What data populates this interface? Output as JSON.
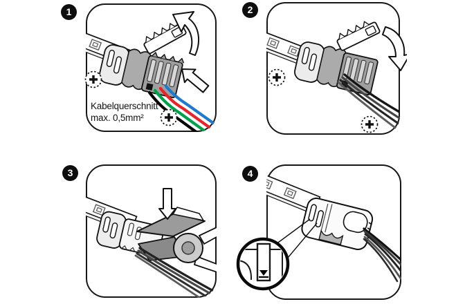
{
  "steps": [
    {
      "number": "1",
      "caption_line1": "Kabelquerschnitt",
      "caption_line2": "max. 0,5mm²",
      "wire_colors": {
        "wire1": "#000000",
        "wire2": "#00a14b",
        "wire3": "#e8232a",
        "wire4": "#1e79d0"
      },
      "icons": [
        "zoom-plus-icon",
        "zoom-plus-icon",
        "open-flap-curved-arrow-icon",
        "insert-wires-arrow-icon"
      ]
    },
    {
      "number": "2",
      "icons": [
        "zoom-plus-icon",
        "zoom-plus-icon",
        "close-flap-curved-arrow-icon"
      ]
    },
    {
      "number": "3",
      "icons": [
        "press-down-arrow-icon"
      ]
    },
    {
      "number": "4",
      "icons": [
        "latch-detail-magnifier-icon"
      ]
    }
  ],
  "colors": {
    "background": "#ffffff",
    "line": "#111111",
    "badge_background": "#0d0d0d",
    "badge_text": "#ffffff",
    "connector_gray": "#a3a3a3",
    "connector_light_gray": "#d7d7d7"
  }
}
